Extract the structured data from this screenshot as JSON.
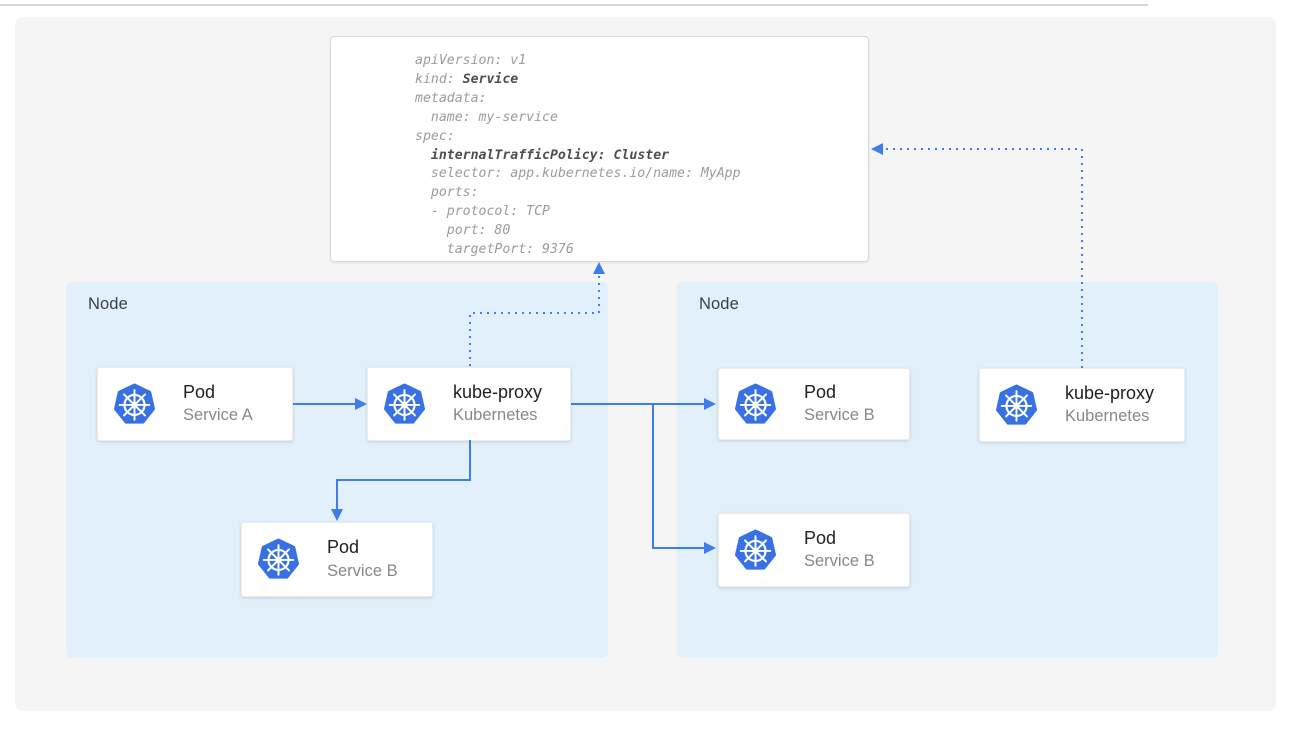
{
  "colors": {
    "connector": "#3F7DE8",
    "node-bg": "#E2F0FB",
    "panel-bg": "#F5F5F6",
    "k8s-blue": "#3871E3",
    "card-title": "#212121",
    "card-sub": "#85898E",
    "node-label": "#3B4045",
    "code-fg": "#9B9B9B",
    "code-bold": "#4E4E4E",
    "divider": "#D6D6D6",
    "card-border": "#ECECEC",
    "yaml-border": "#D8D8D8"
  },
  "yaml": {
    "lines": [
      [
        {
          "t": "apiVersion: v1",
          "b": false
        }
      ],
      [
        {
          "t": "kind: ",
          "b": false
        },
        {
          "t": "Service",
          "b": true
        }
      ],
      [
        {
          "t": "metadata:",
          "b": false
        }
      ],
      [
        {
          "t": "  name: my-service",
          "b": false
        }
      ],
      [
        {
          "t": "spec:",
          "b": false
        }
      ],
      [
        {
          "t": "  ",
          "b": false
        },
        {
          "t": "internalTrafficPolicy: Cluster",
          "b": true
        }
      ],
      [
        {
          "t": "  selector: app.kubernetes.io/name: MyApp",
          "b": false
        }
      ],
      [
        {
          "t": "  ports:",
          "b": false
        }
      ],
      [
        {
          "t": "  - protocol: TCP",
          "b": false
        }
      ],
      [
        {
          "t": "    port: 80",
          "b": false
        }
      ],
      [
        {
          "t": "    targetPort: 9376",
          "b": false
        }
      ]
    ]
  },
  "nodes": {
    "left": {
      "label": "Node"
    },
    "right": {
      "label": "Node"
    }
  },
  "cards": {
    "pod_a": {
      "title": "Pod",
      "subtitle": "Service A"
    },
    "kube_proxy_left": {
      "title": "kube-proxy",
      "subtitle": "Kubernetes"
    },
    "pod_b_left": {
      "title": "Pod",
      "subtitle": "Service B"
    },
    "pod_b_right_top": {
      "title": "Pod",
      "subtitle": "Service B"
    },
    "pod_b_right_bottom": {
      "title": "Pod",
      "subtitle": "Service B"
    },
    "kube_proxy_right": {
      "title": "kube-proxy",
      "subtitle": "Kubernetes"
    }
  },
  "icons": {
    "kubernetes": "kubernetes-helm-wheel"
  }
}
